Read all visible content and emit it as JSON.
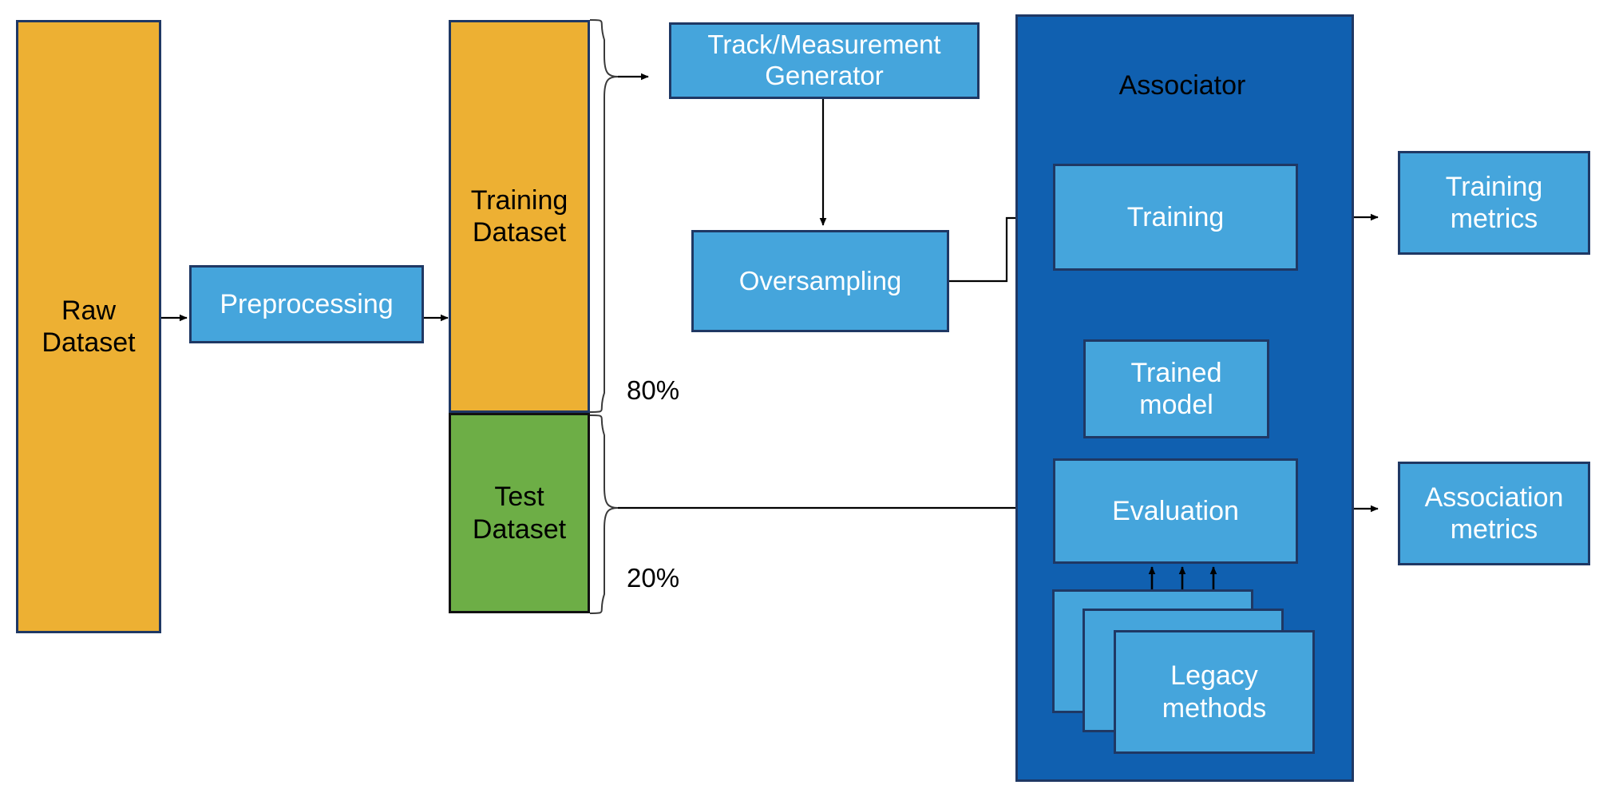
{
  "diagram": {
    "title_text": "Associator",
    "nodes": {
      "raw_dataset": "Raw\nDataset",
      "preprocessing": "Preprocessing",
      "training_dataset": "Training\nDataset",
      "test_dataset": "Test\nDataset",
      "track_measurement_generator": "Track/Measurement\nGenerator",
      "oversampling": "Oversampling",
      "training": "Training",
      "trained_model": "Trained\nmodel",
      "evaluation": "Evaluation",
      "legacy_methods": "Legacy\nmethods",
      "training_metrics": "Training\nmetrics",
      "association_metrics": "Association\nmetrics"
    },
    "labels": {
      "split_train_pct": "80%",
      "split_test_pct": "20%"
    },
    "colors": {
      "orange_fill": "#EDB033",
      "green_fill": "#6DAE46",
      "light_blue_fill": "#45A5DC",
      "dark_blue_panel": "#1060B0",
      "border_navy": "#1F3864",
      "connector": "#000000",
      "canvas_background": "#FFFFFF"
    }
  }
}
